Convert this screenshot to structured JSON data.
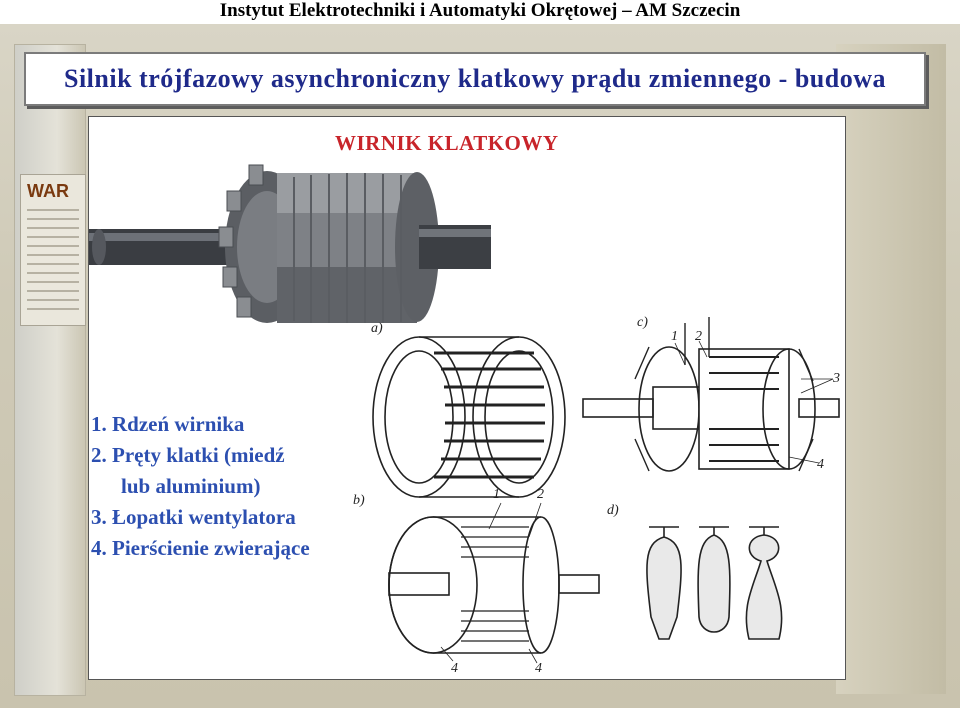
{
  "header": {
    "institution": "Instytut Elektrotechniki i Automatyki Okrętowej – AM Szczecin"
  },
  "slide": {
    "title": "Silnik trójfazowy asynchroniczny klatkowy prądu zmiennego - budowa"
  },
  "figure": {
    "title": "WIRNIK KLATKOWY",
    "legend": [
      "1. Rdzeń wirnika",
      "2. Pręty klatki (miedź",
      "lub aluminium)",
      "3. Łopatki wentylatora",
      "4. Pierścienie zwierające"
    ],
    "sub_labels": {
      "a": "a)",
      "b": "b)",
      "c": "c)",
      "d": "d)"
    },
    "callouts": {
      "n1": "1",
      "n2": "2",
      "n3": "3",
      "n4": "4"
    },
    "background_sign": "WAR"
  },
  "colors": {
    "title_blue": "#1f2a8a",
    "figure_title_red": "#c8242a",
    "legend_blue": "#2c4fb0"
  }
}
